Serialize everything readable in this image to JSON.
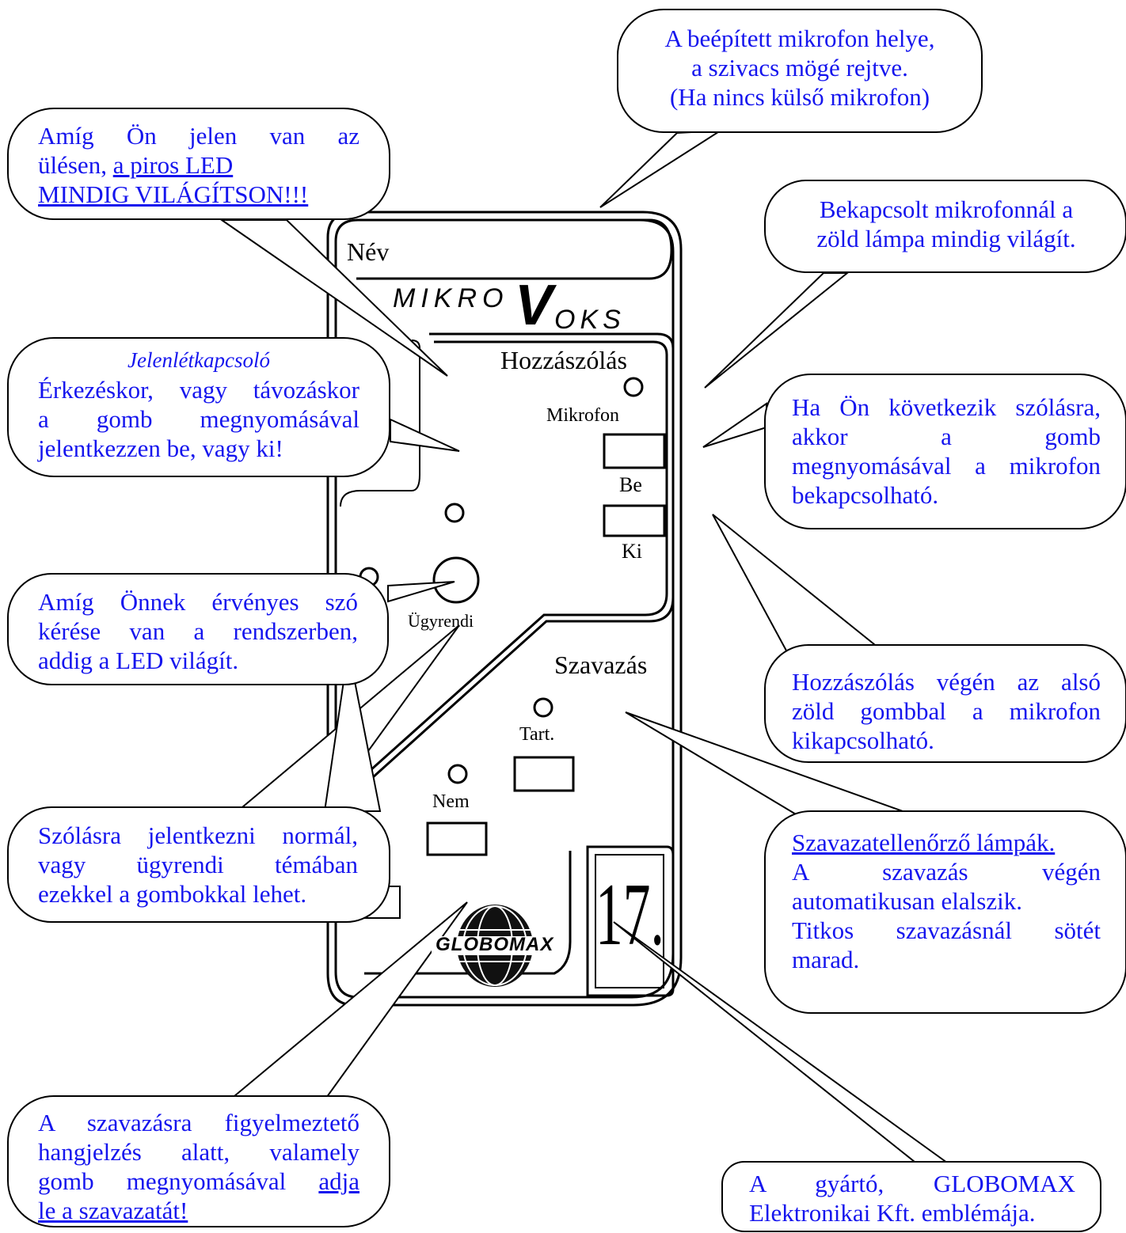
{
  "device": {
    "name_field": "Név",
    "brand_left": "MIKRO",
    "brand_v": "V",
    "brand_right": "OKS",
    "speech_section": "Hozzászólás",
    "mic_label": "Mikrofon",
    "on_label": "Be",
    "off_label": "Ki",
    "procedural_label": "Ügyrendi",
    "voting_section": "Szavazás",
    "abstain_label": "Tart.",
    "no_label": "Nem",
    "seat_number": "17.",
    "logo": "GLOBOMAX"
  },
  "callouts": {
    "mic_location": [
      "A beépített mikrofon helye,",
      "a szivacs mögé rejtve.",
      "(Ha nincs külső mikrofon)"
    ],
    "red_led": [
      "Amíg Ön jelen van az",
      "ülésen, ",
      "a piros LED",
      "MINDIG VILÁGÍTSON!!!"
    ],
    "green_lamp": [
      "Bekapcsolt mikrofonnál a",
      "zöld lámpa mindig világít."
    ],
    "presence": [
      "Jelenlétkapcsoló",
      "Érkezéskor, vagy távozáskor",
      "a gomb megnyomásával",
      "jelentkezzen be, vagy ki!"
    ],
    "mic_on": [
      "Ha Ön következik szólásra,",
      "akkor a gomb",
      "megnyomásával a mikrofon",
      "bekapcsolható."
    ],
    "speech_request": [
      "Amíg Önnek érvényes szó",
      "kérése van a rendszerben,",
      "addig a LED világít."
    ],
    "mic_off": [
      "Hozzászólás végén az alsó",
      "zöld gombbal a mikrofon",
      "kikapcsolható."
    ],
    "sign_up": [
      "Szólásra jelentkezni normál,",
      "vagy ügyrendi témában",
      "ezekkel a gombokkal lehet."
    ],
    "vote_lamps": [
      "Szavazatellenőrző lámpák.",
      "A szavazás végén",
      "automatikusan elalszik.",
      "Titkos szavazásnál sötét",
      "marad."
    ],
    "vote_prompt": [
      "A szavazásra figyelmeztető",
      "hangjelzés alatt, valamely",
      "gomb megnyomásával ",
      "adja",
      "le a szavazatát!"
    ],
    "manufacturer": [
      "A gyártó, GLOBOMAX",
      "Elektronikai Kft. emblémája."
    ]
  }
}
